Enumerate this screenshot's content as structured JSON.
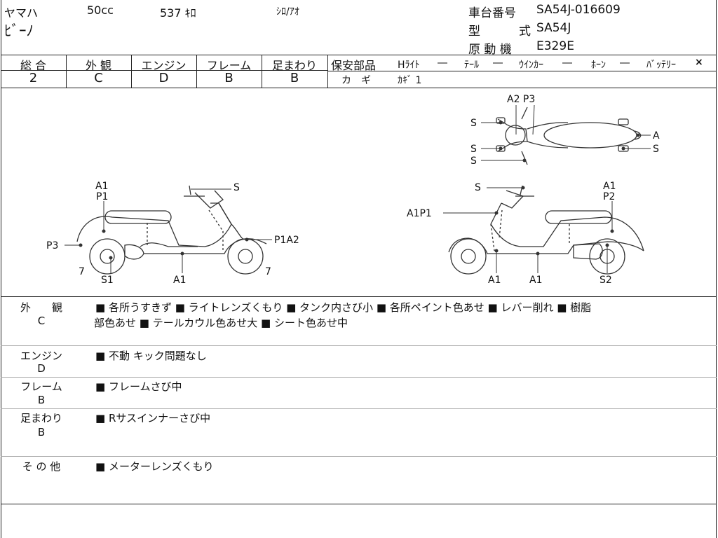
{
  "header": {
    "maker": "ヤマハ",
    "displacement": "50cc",
    "mileage": "537 ｷﾛ",
    "color": "ｼﾛ/ｱｵ",
    "model_name": "ﾋﾞｰﾉ",
    "frame_no_label": "車台番号",
    "frame_no": "SA54J-016609",
    "type_label1": "型",
    "type_label2": "式",
    "type_value": "SA54J",
    "engine_label": "原 動 機",
    "engine_value": "E329E"
  },
  "grades": {
    "overall_label": "総 合",
    "overall": "2",
    "exterior_label": "外 観",
    "exterior": "C",
    "engine_label": "エンジン",
    "engine": "D",
    "frame_label": "フレーム",
    "frame": "B",
    "suspension_label": "足まわり",
    "suspension": "B"
  },
  "safety": {
    "label": "保安部品",
    "headlight": "Hﾗｲﾄ",
    "headlight_mark": "―",
    "tail": "ﾃｰﾙ",
    "tail_mark": "―",
    "winker": "ｳｲﾝｶｰ",
    "winker_mark": "―",
    "horn": "ﾎｰﾝ",
    "horn_mark": "―",
    "battery": "ﾊﾞｯﾃﾘｰ",
    "battery_mark": "×",
    "key_label": "カ　ギ",
    "key_value": "ｶｷﾞ 1"
  },
  "diagram_labels": {
    "top_a2p3": "A2 P3",
    "top_s1": "S",
    "top_s2": "S",
    "top_s3": "S",
    "top_a": "A",
    "top_s4": "S",
    "left_a1": "A1",
    "left_p1": "P1",
    "left_s": "S",
    "left_p3": "P3",
    "left_p1a2": "P1A2",
    "left_7a": "7",
    "left_7b": "7",
    "left_s1": "S1",
    "left_a1b": "A1",
    "right_s": "S",
    "right_a1": "A1",
    "right_p2": "P2",
    "right_a1p1": "A1P1",
    "right_a1b": "A1",
    "right_a1c": "A1",
    "right_s2": "S2"
  },
  "remarks": [
    {
      "label": "外　　観",
      "grade": "C",
      "line1": "■ 各所うすきず ■ ライトレンズくもり ■ タンク内さび小 ■ 各所ペイント色あせ ■ レバー削れ ■ 樹脂",
      "line2": "部色あせ ■ テールカウル色あせ大 ■ シート色あせ中"
    },
    {
      "label": "エンジン",
      "grade": "D",
      "line1": "■ 不動 キック問題なし",
      "line2": ""
    },
    {
      "label": "フレーム",
      "grade": "B",
      "line1": "■ フレームさび中",
      "line2": ""
    },
    {
      "label": "足まわり",
      "grade": "B",
      "line1": "■ Rサスインナーさび中",
      "line2": ""
    },
    {
      "label": "そ の 他",
      "grade": "",
      "line1": "■ メーターレンズくもり",
      "line2": ""
    }
  ]
}
